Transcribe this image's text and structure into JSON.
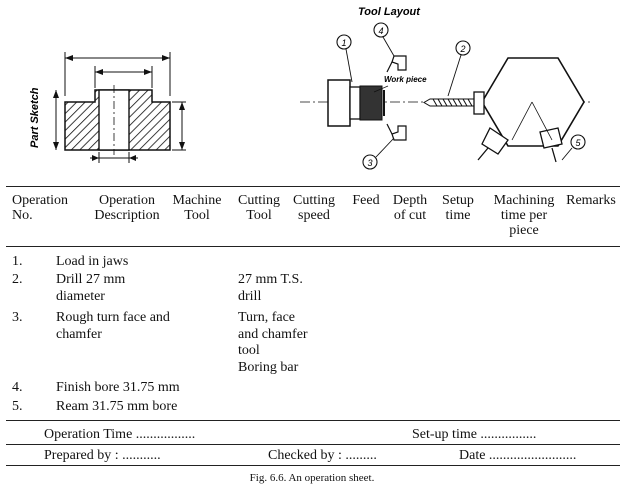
{
  "figure": {
    "part_sketch_label": "Part Sketch",
    "tool_layout_label": "Tool Layout",
    "work_piece_label": "Work piece",
    "callouts": [
      "1",
      "2",
      "3",
      "4",
      "5"
    ]
  },
  "table": {
    "headers": [
      "Operation No.",
      "Operation Description",
      "Machine Tool",
      "Cutting Tool",
      "Cutting speed",
      "Feed",
      "Depth of cut",
      "Setup time",
      "Machining time per piece",
      "Remarks"
    ],
    "rows": [
      {
        "no": "1.",
        "description": "Load in jaws",
        "tool": ""
      },
      {
        "no": "2.",
        "description": "Drill 27 mm diameter",
        "tool": "27 mm T.S. drill"
      },
      {
        "no": "3.",
        "description": "Rough turn face and chamfer",
        "tool": "Turn, face and chamfer tool"
      },
      {
        "no": "",
        "description": "",
        "tool": "Boring bar"
      },
      {
        "no": "4.",
        "description": "Finish bore 31.75 mm",
        "tool": ""
      },
      {
        "no": "5.",
        "description": "Ream 31.75 mm bore",
        "tool": ""
      }
    ]
  },
  "footer": {
    "operation_time": "Operation Time .................",
    "setup_time": "Set-up time ................",
    "prepared_by": "Prepared by : ...........",
    "checked_by": "Checked by : .........",
    "date": "Date ........................."
  },
  "caption": "Fig. 6.6.  An operation sheet."
}
